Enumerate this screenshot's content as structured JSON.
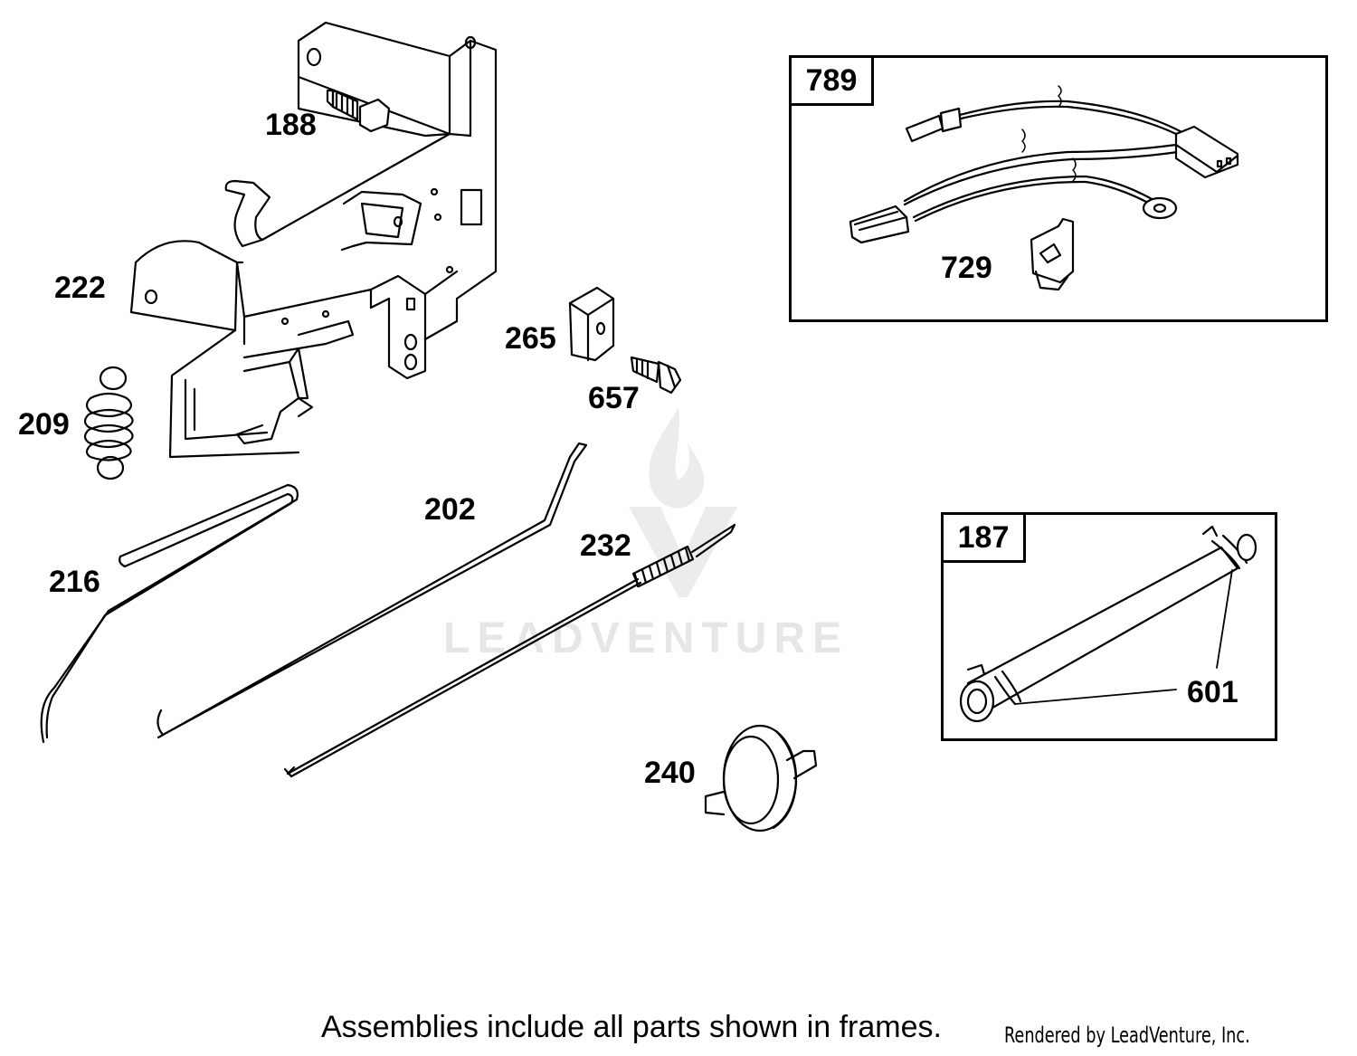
{
  "callouts": [
    {
      "id": "188",
      "label": "188"
    },
    {
      "id": "222",
      "label": "222"
    },
    {
      "id": "209",
      "label": "209"
    },
    {
      "id": "265",
      "label": "265"
    },
    {
      "id": "657",
      "label": "657"
    },
    {
      "id": "202",
      "label": "202"
    },
    {
      "id": "232",
      "label": "232"
    },
    {
      "id": "216",
      "label": "216"
    },
    {
      "id": "240",
      "label": "240"
    },
    {
      "id": "729",
      "label": "729"
    },
    {
      "id": "601",
      "label": "601"
    }
  ],
  "frames": [
    {
      "id": "789",
      "label": "789"
    },
    {
      "id": "187",
      "label": "187"
    }
  ],
  "watermark": {
    "text": "LEADVENTURE"
  },
  "footer": {
    "note": "Assemblies include all parts shown in frames.",
    "credit": "Rendered by LeadVenture, Inc."
  }
}
